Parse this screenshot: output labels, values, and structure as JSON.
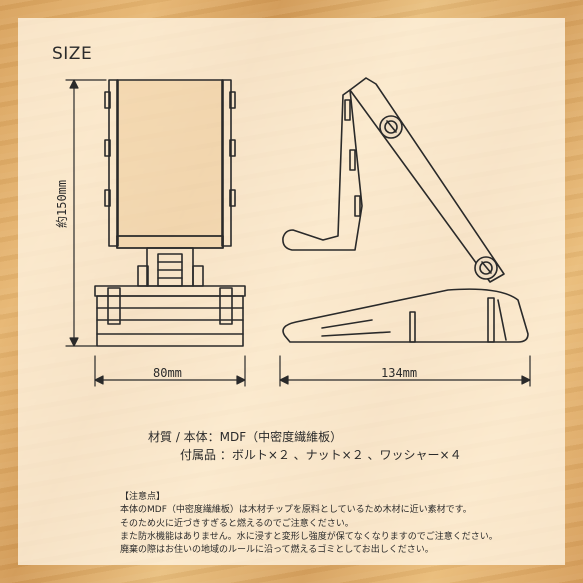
{
  "size_label": "SIZE",
  "dimensions": {
    "height": "約150mm",
    "width": "80mm",
    "depth": "134mm"
  },
  "specs": {
    "material": "材質 / 本体：MDF（中密度繊維板）",
    "accessories": "付属品 ：ボルト×２ 、ナット×２ 、ワッシャー×４"
  },
  "notes": {
    "heading": "【注意点】",
    "lines": [
      "本体のMDF（中密度繊維板）は木材チップを原料としているため木材に近い素材です。",
      "そのため火に近づきすぎると燃えるのでご注意ください。",
      "また防水機能はありません。水に浸すと変形し強度が保てなくなりますのでご注意ください。",
      "廃棄の際はお住いの地域のルールに沿って燃えるゴミとしてお出しください。"
    ]
  },
  "colors": {
    "line": "#2a2a2a",
    "panel": "#fff4e1"
  }
}
